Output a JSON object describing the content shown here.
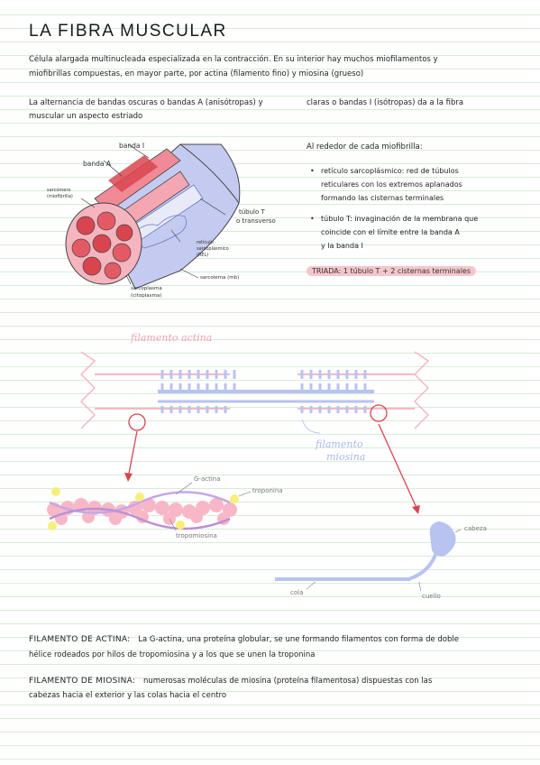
{
  "title": "LA FIBRA MUSCULAR",
  "intro": {
    "line1": "Célula alargada multinucleada especializada en la contracción. En su interior hay muchos miofilamentos y",
    "line2": "miofibrillas compuestas, en mayor parte, por actina (filamento fino) y miosina (grueso)"
  },
  "bands": {
    "left_line1": "La alternancia de bandas oscuras o bandas A (anisótropas) y",
    "right_line1": "claras o bandas I (isótropas) da a la fibra",
    "line2": "muscular un aspecto estriado"
  },
  "fiber_diagram": {
    "labels": {
      "banda_i": "banda I",
      "banda_a": "banda A",
      "sarcomero": "sarcómero (miofibrilla)",
      "tubulo_t": "túbulo T",
      "transverso": "o transverso",
      "reticulo": "retículo sarcoplásmico (REL)",
      "sarcolema": "sarcolema (mb)",
      "sarcoplasma": "sarcoplasma (citoplasma)"
    },
    "colors": {
      "red": "#d9454f",
      "pink": "#f08a96",
      "lavender": "#c5cbf0",
      "blue": "#8c98d8"
    }
  },
  "myofibril_notes": {
    "heading": "Al rededor de cada miofibrilla:",
    "items": [
      {
        "line1": "retículo sarcoplásmico: red de túbulos",
        "line2": "reticulares con los extremos aplanados",
        "line3": "formando las cisternas terminales"
      },
      {
        "line1": "túbulo T: invaginación de la membrana que",
        "line2": "coincide con el límite entre la banda A",
        "line3": "y la banda I"
      }
    ]
  },
  "triada": "TRIADA: 1 túbulo T + 2 cisternas terminales",
  "sarcomere_diagram": {
    "actin_label": "filamento actina",
    "myosin_label_1": "filamento",
    "myosin_label_2": "miosina",
    "colors": {
      "actin": "#f8b7c6",
      "myosin": "#b8c3f0",
      "zoom": "#d9454f"
    }
  },
  "actin_detail": {
    "g_actina": "G-actina",
    "troponina": "troponina",
    "tropomiosina": "tropomiosina"
  },
  "myosin_detail": {
    "cabeza": "cabeza",
    "cola": "cola",
    "cuello": "cuello"
  },
  "definitions": {
    "actina_term": "FILAMENTO DE ACTINA:",
    "actina_line1": "La G-actina, una proteína globular, se une formando filamentos con forma de doble",
    "actina_line2": "hélice rodeados por hilos de tropomiosina y a los que se unen la troponina",
    "miosina_term": "FILAMENTO DE MIOSINA:",
    "miosina_line1": "numerosas moléculas de miosina (proteína filamentosa) dispuestas con las",
    "miosina_line2": "cabezas hacia el exterior y las colas hacia el centro"
  }
}
